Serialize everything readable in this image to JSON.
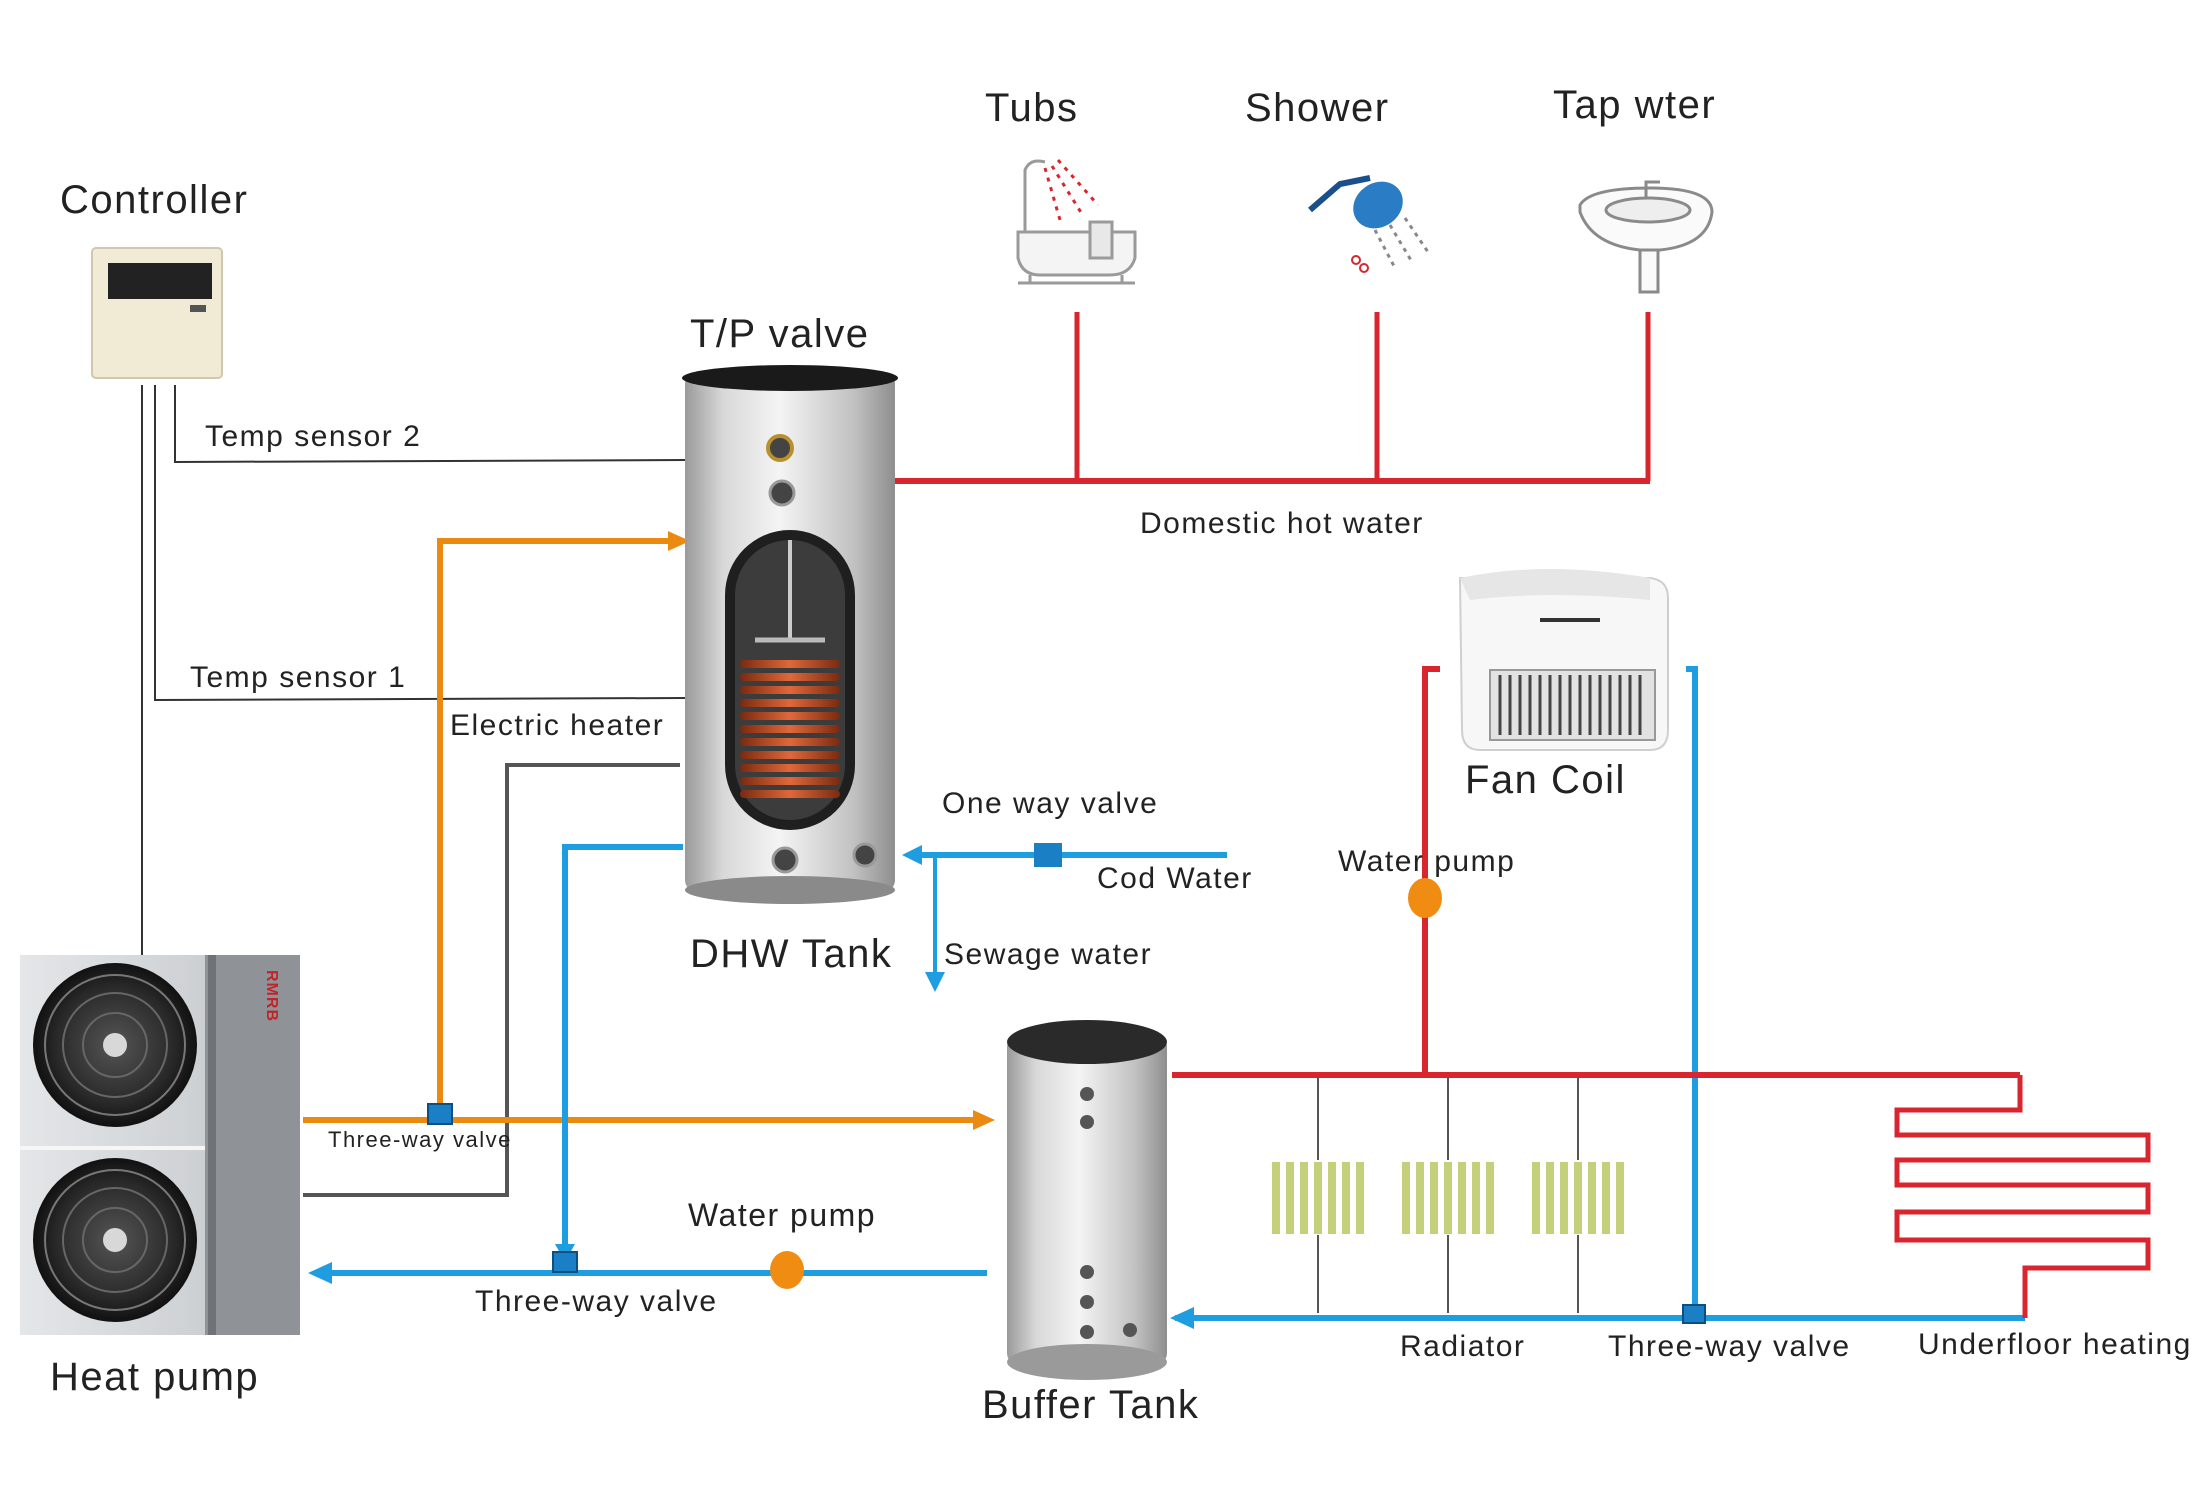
{
  "labels": {
    "controller": "Controller",
    "tubs": "Tubs",
    "shower": "Shower",
    "tap_water": "Tap wter",
    "tp_valve": "T/P valve",
    "temp_sensor_2": "Temp sensor 2",
    "temp_sensor_1": "Temp sensor 1",
    "electric_heater": "Electric heater",
    "domestic_hot_water": "Domestic hot water",
    "one_way_valve": "One way valve",
    "cold_water": "Cod Water",
    "sewage_water": "Sewage water",
    "dhw_tank": "DHW Tank",
    "fan_coil": "Fan Coil",
    "water_pump_fan_coil": "Water pump",
    "water_pump_main": "Water pump",
    "three_way_valve_top": "Three-way valve",
    "three_way_valve_bottom": "Three-way valve",
    "three_way_valve_right": "Three-way valve",
    "heat_pump": "Heat pump",
    "buffer_tank": "Buffer Tank",
    "radiator": "Radiator",
    "underfloor_heating": "Underfloor heating",
    "brand": "RMRB"
  },
  "colors": {
    "hot_water_red": "#d9252e",
    "heating_orange": "#ea8a10",
    "cold_water_blue": "#1e9ee0",
    "wire_dark": "#333333",
    "wire_gray": "#555555",
    "valve_blue": "#1a7fc4",
    "pump_orange": "#f08c12",
    "radiator_green": "#c4d07a"
  },
  "icons": [
    "bathtub-icon",
    "shower-icon",
    "sink-icon",
    "controller-icon",
    "dhw-tank-icon",
    "buffer-tank-icon",
    "heat-pump-icon",
    "fan-coil-icon",
    "radiator-icon",
    "underfloor-coil-icon"
  ]
}
